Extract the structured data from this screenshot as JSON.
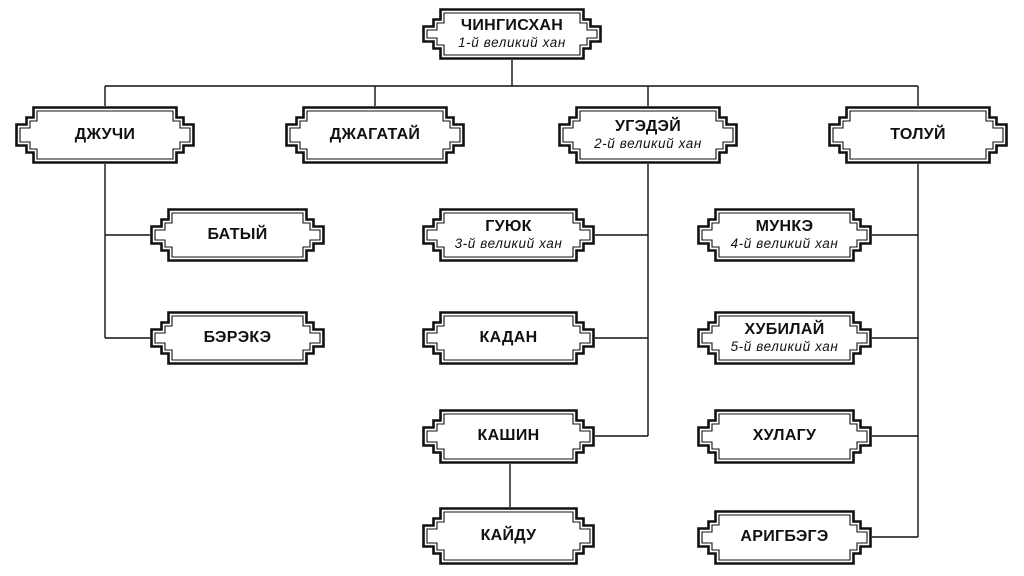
{
  "colors": {
    "ink": "#111111",
    "background": "#ffffff"
  },
  "nodes": {
    "genghis": {
      "name": "ЧИНГИСХАН",
      "subtitle": "1-й великий хан"
    },
    "jochi": {
      "name": "ДЖУЧИ"
    },
    "chagatai": {
      "name": "ДЖАГАТАЙ"
    },
    "ogedei": {
      "name": "УГЭДЭЙ",
      "subtitle": "2-й великий хан"
    },
    "tolui": {
      "name": "ТОЛУЙ"
    },
    "batu": {
      "name": "БАТЫЙ"
    },
    "berke": {
      "name": "БЭРЭКЭ"
    },
    "guyuk": {
      "name": "ГУЮК",
      "subtitle": "3-й великий хан"
    },
    "kadan": {
      "name": "КАДАН"
    },
    "kashin": {
      "name": "КАШИН"
    },
    "kaidu": {
      "name": "КАЙДУ"
    },
    "mongke": {
      "name": "МУНКЭ",
      "subtitle": "4-й великий хан"
    },
    "kublai": {
      "name": "ХУБИЛАЙ",
      "subtitle": "5-й великий хан"
    },
    "hulagu": {
      "name": "ХУЛАГУ"
    },
    "ariqboke": {
      "name": "АРИГБЭГЭ"
    }
  }
}
